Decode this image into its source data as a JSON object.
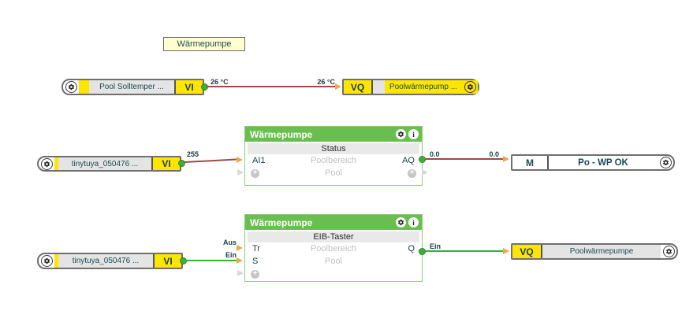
{
  "comment": {
    "text": "Wärmepumpe"
  },
  "icons": {
    "add": "+",
    "info": "i"
  },
  "top": {
    "source": {
      "name": "Pool Solltemper ...",
      "port": "VI"
    },
    "wire": {
      "start_label": "26 °C",
      "end_label": "26 °C"
    },
    "sink": {
      "port": "VQ",
      "name": "Poolwärmepump ..."
    }
  },
  "middle": {
    "source": {
      "name": "tinytuya_050476 ...",
      "port": "VI"
    },
    "source_wire": {
      "label": "255"
    },
    "block": {
      "title": "Wärmepumpe",
      "subtitle": "Status",
      "input1": "AI1",
      "output1": "AQ",
      "center_line1": "Poolbereich",
      "center_line2": "Pool"
    },
    "out_wire": {
      "start_label": "0.0",
      "end_label": "0.0"
    },
    "sink": {
      "port": "M",
      "name": "Po - WP OK"
    }
  },
  "bottom": {
    "source": {
      "name": "tinytuya_050476 ...",
      "port": "VI"
    },
    "input_labels": {
      "tr": "Aus",
      "s": "Ein"
    },
    "block": {
      "title": "Wärmepumpe",
      "subtitle": "EIB-Taster",
      "input1": "Tr",
      "input2": "S",
      "output1": "Q",
      "center_line1": "Poolbereich",
      "center_line2": "Pool"
    },
    "out_wire": {
      "label": "Ein"
    },
    "sink": {
      "port": "VQ",
      "name": "Poolwärmepumpe"
    }
  },
  "colors": {
    "block_header_green": "#68BE4E",
    "io_yellow": "#FFE600",
    "wire_analog": "#9B4A46",
    "wire_digital": "#35B32B",
    "connector_orange": "#F0A64C",
    "comment_bg": "#FFFFCF"
  }
}
